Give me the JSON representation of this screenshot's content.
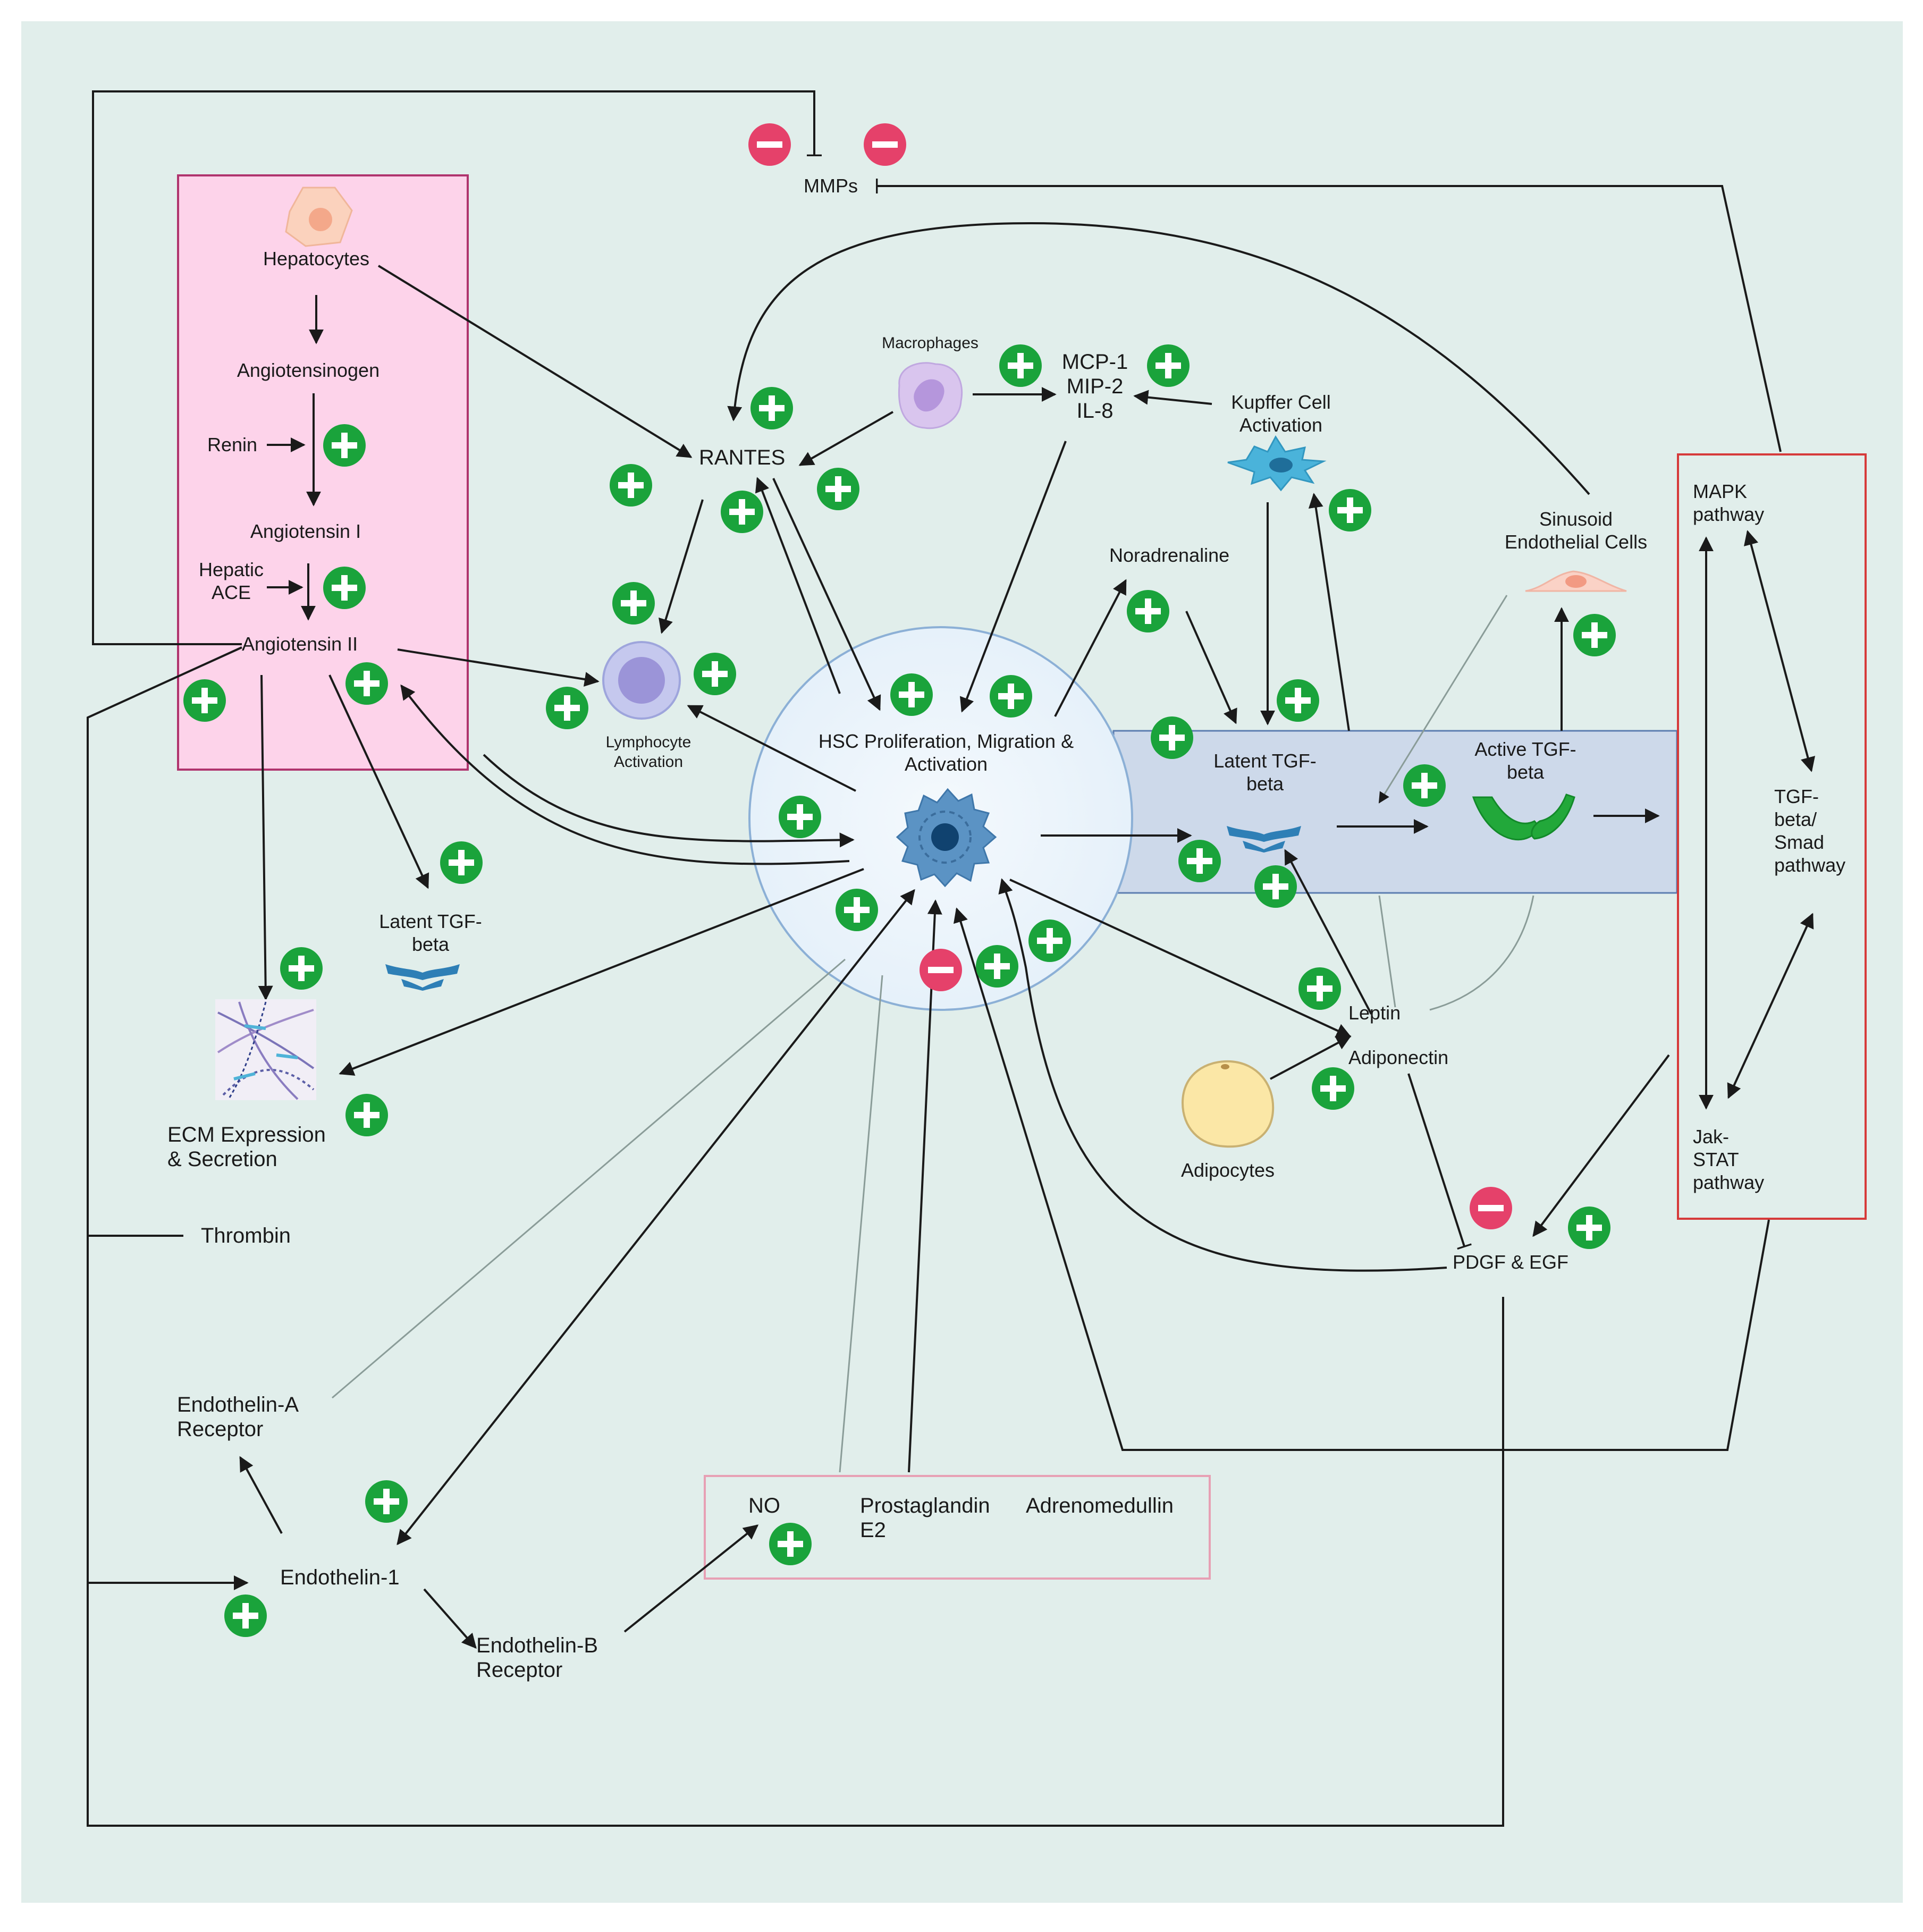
{
  "colors": {
    "background": "#e1eeeb",
    "hepatocyte_box_fill": "#fdd3ea",
    "hepatocyte_box_stroke": "#b0346e",
    "band_fill": "#cdd9ea",
    "pathway_box_stroke": "#d63a3a",
    "no_box_stroke": "#e7a0b4",
    "hsc_circle_fill": "#e8f3fb",
    "hsc_circle_stroke": "#8cb0d6",
    "plus_badge": "#1aa33b",
    "minus_badge": "#e5416a",
    "arrow": "#1a1a1a",
    "faded_arrow": "#8a9c98"
  },
  "labels": {
    "mmps": "MMPs",
    "hepatocytes": "Hepatocytes",
    "angiotensinogen": "Angiotensinogen",
    "renin": "Renin",
    "angiotensin_1": "Angiotensin I",
    "hepatic_ace": [
      "Hepatic",
      "ACE"
    ],
    "angiotensin_2": "Angiotensin II",
    "macrophages": "Macrophages",
    "chemokines": [
      "MCP-1",
      "MIP-2",
      "IL-8"
    ],
    "kupffer": [
      "Kupffer Cell",
      "Activation"
    ],
    "rantes": "RANTES",
    "noradrenaline": "Noradrenaline",
    "sinusoid": [
      "Sinusoid",
      "Endothelial Cells"
    ],
    "mapk": [
      "MAPK",
      "pathway"
    ],
    "lymphocyte": [
      "Lymphocyte",
      "Activation"
    ],
    "hsc": [
      "HSC Proliferation, Migration &",
      "Activation"
    ],
    "latent_tgf_center": [
      "Latent TGF-",
      "beta"
    ],
    "active_tgf": [
      "Active TGF-",
      "beta"
    ],
    "tgf_smad": [
      "TGF-",
      "beta/",
      "Smad",
      "pathway"
    ],
    "latent_tgf_left": [
      "Latent TGF-",
      "beta"
    ],
    "leptin": "Leptin",
    "adiponectin": "Adiponectin",
    "adipocytes": "Adipocytes",
    "ecm": [
      "ECM Expression",
      "& Secretion"
    ],
    "jak_stat": [
      "Jak-",
      "STAT",
      "pathway"
    ],
    "thrombin": "Thrombin",
    "pdgf_egf": "PDGF & EGF",
    "endothelin_a": [
      "Endothelin-A",
      "Receptor"
    ],
    "endothelin_1": "Endothelin-1",
    "endothelin_b": [
      "Endothelin-B",
      "Receptor"
    ],
    "no": "NO",
    "prostaglandin": [
      "Prostaglandin",
      "E2"
    ],
    "adrenomedullin": "Adrenomedullin"
  }
}
